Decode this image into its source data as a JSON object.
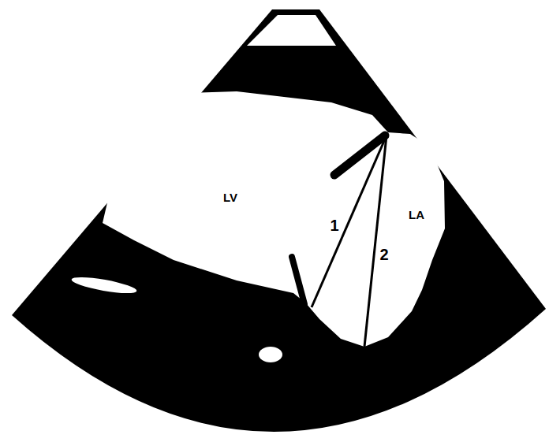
{
  "diagram": {
    "labels": [
      "LV",
      "LA",
      "1",
      "2"
    ]
  }
}
